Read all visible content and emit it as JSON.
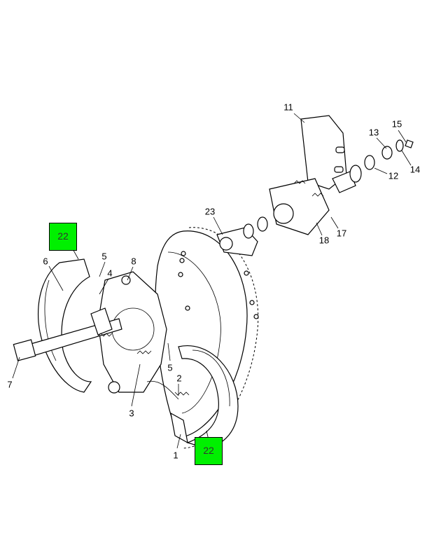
{
  "diagram": {
    "callouts": [
      {
        "id": "c11",
        "text": "11"
      },
      {
        "id": "c15",
        "text": "15"
      },
      {
        "id": "c13",
        "text": "13"
      },
      {
        "id": "c14",
        "text": "14"
      },
      {
        "id": "c12",
        "text": "12"
      },
      {
        "id": "c23",
        "text": "23"
      },
      {
        "id": "c18",
        "text": "18"
      },
      {
        "id": "c17",
        "text": "17"
      },
      {
        "id": "c5a",
        "text": "5"
      },
      {
        "id": "c6",
        "text": "6"
      },
      {
        "id": "c8",
        "text": "8"
      },
      {
        "id": "c4",
        "text": "4"
      },
      {
        "id": "c5b",
        "text": "5"
      },
      {
        "id": "c7",
        "text": "7"
      },
      {
        "id": "c2",
        "text": "2"
      },
      {
        "id": "c3",
        "text": "3"
      },
      {
        "id": "c1",
        "text": "1"
      }
    ],
    "hotspots": [
      {
        "text": "22"
      },
      {
        "text": "22"
      }
    ],
    "hotspot_color": "#00f000"
  }
}
